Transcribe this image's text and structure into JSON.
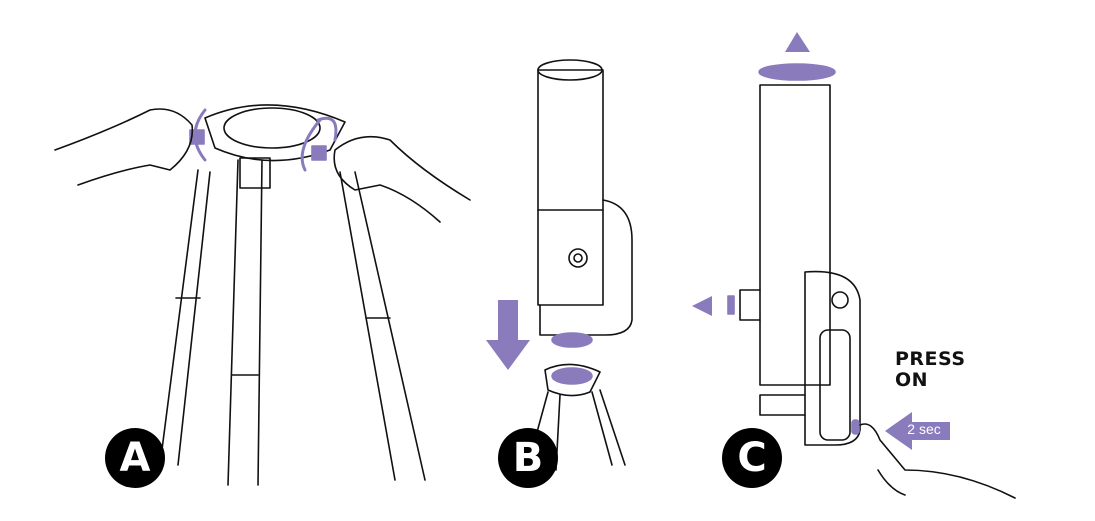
{
  "steps": [
    {
      "label": "A"
    },
    {
      "label": "B"
    },
    {
      "label": "C"
    }
  ],
  "press_on": {
    "line1": "PRESS",
    "line2": "ON"
  },
  "duration_label": "2 sec",
  "colors": {
    "accent": "#8a7bbd",
    "ink": "#111111"
  }
}
